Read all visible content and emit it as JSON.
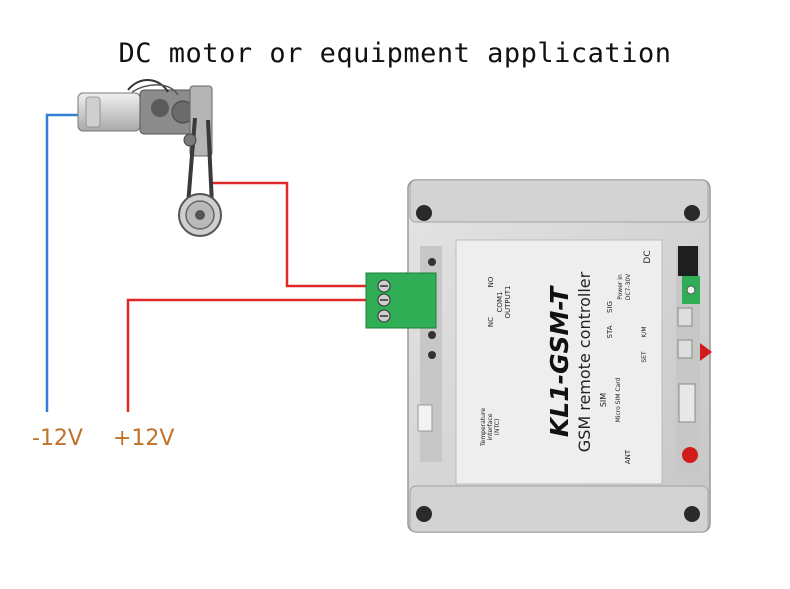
{
  "title": "DC motor or equipment application",
  "labels": {
    "neg": "-12V",
    "pos": "+12V"
  },
  "wires": {
    "neg_color": "#2f7fd6",
    "pos_color": "#e02828"
  },
  "device": {
    "model": "KL1-GSM-T",
    "subtitle": "GSM remote controller",
    "output_label": "OUTPUT1",
    "com_label": "COM1",
    "nc_label": "NC",
    "no_label": "NO",
    "temp_label": "Temperature",
    "temp_label2": "interface",
    "temp_label3": "(NTC)",
    "sim_label": "SIM",
    "micro_sim_label": "Micro SIM Card",
    "ant_label": "ANT",
    "sta_label": "STA",
    "sig_label": "SIG",
    "set_label": "SET",
    "ha_label": "K/M",
    "power_label": "Power in",
    "power_range": "DC7-30V",
    "dc_label": "DC"
  },
  "colors": {
    "enclosure": "#d9d9d9",
    "label_panel": "#eeeeee",
    "terminal_green": "#2fae55",
    "led_red": "#d21c1c"
  }
}
